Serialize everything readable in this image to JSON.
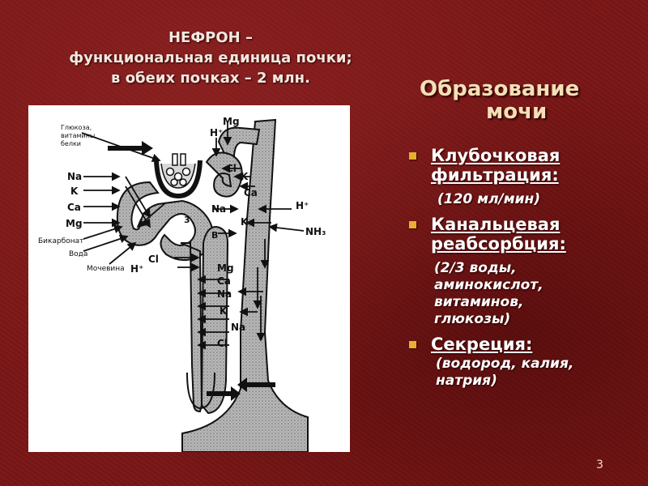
{
  "title": {
    "line1": "НЕФРОН –",
    "line2": "функциональная единица почки;",
    "line3": "в обеих почках – 2 млн."
  },
  "heading": {
    "line1": "Образование",
    "line2": "мочи"
  },
  "items": [
    {
      "label": "Клубочковая фильтрация:",
      "note": "(120 мл/мин)"
    },
    {
      "label": "Канальцевая реабсорбция:",
      "note": "(2/3 воды, аминокислот, витаминов, глюкозы)"
    },
    {
      "label": "Секреция:",
      "note": "(водород, калия, натрия)"
    }
  ],
  "figure": {
    "left_labels": {
      "glucose": [
        "Глюкоза,",
        "витамины,",
        "белки"
      ],
      "na": "Na",
      "k": "K",
      "ca": "Ca",
      "mg": "Mg",
      "bicarbonate": "Бикарбонат",
      "water": "Вода",
      "urea": "Мочевина"
    },
    "ion_labels": {
      "mg_top": "Mg",
      "h_top": "H⁺",
      "cl_upper": "Cl",
      "k_upper": "K",
      "ca_upper": "Ca",
      "na_mid": "Na",
      "num_3": "3",
      "b_label": "B",
      "h_right": "H⁺",
      "k_right": "K",
      "nh3": "NH₃",
      "h_low": "H⁺",
      "cl_low": "Cl",
      "mg_loop": "Mg",
      "ca_loop": "Ca",
      "na_loop": "Na",
      "k_loop": "K",
      "na_duct": "Na",
      "cl_loop": "Cl"
    }
  },
  "slide_number": "3",
  "colors": {
    "background": "#7a1616",
    "heading": "#f2e0b8",
    "bullet": "#e6b030"
  }
}
